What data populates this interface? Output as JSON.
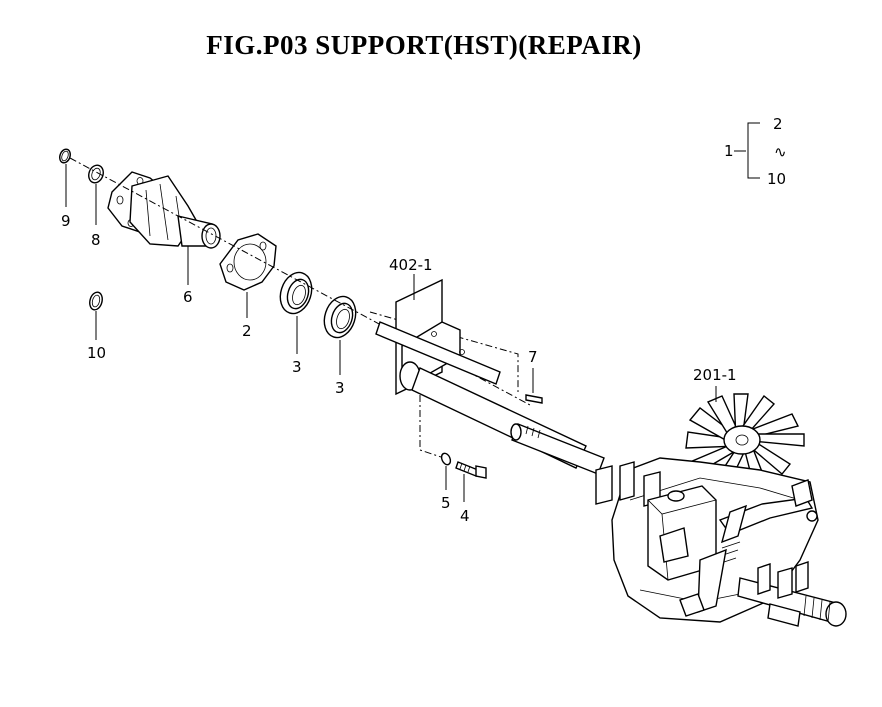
{
  "title": "FIG.P03  SUPPORT(HST)(REPAIR)",
  "callouts": {
    "c9": "9",
    "c8": "8",
    "c6": "6",
    "c10a": "10",
    "c2": "2",
    "c3a": "3",
    "c3b": "3",
    "c402": "402-1",
    "c7": "7",
    "c201": "201-1",
    "c5": "5",
    "c4": "4"
  },
  "kit_legend": {
    "parent": "1",
    "first": "2",
    "range_mark": "∿",
    "last": "10"
  }
}
